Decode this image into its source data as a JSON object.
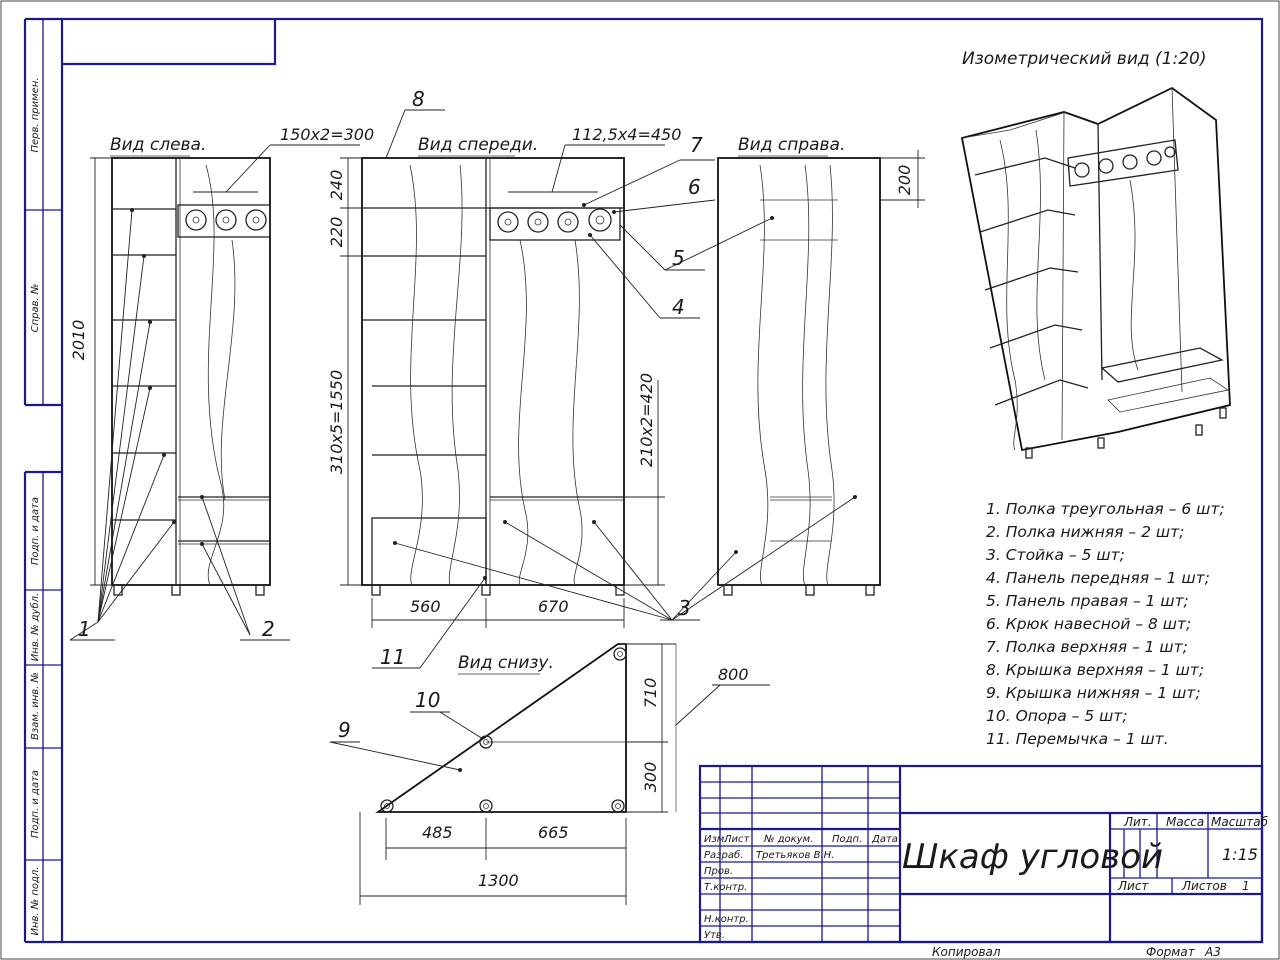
{
  "drawing": {
    "views": {
      "left": "Вид слева.",
      "front": "Вид спереди.",
      "right": "Вид справа.",
      "bottom": "Вид снизу.",
      "iso": "Изометрический вид (1:20)"
    },
    "dimensions": {
      "left_top": "150x2=300",
      "left_height": "2010",
      "front_top": "112,5x4=450",
      "front_240": "240",
      "front_220": "220",
      "front_shelves": "310x5=1550",
      "front_lower": "210x2=420",
      "right_200": "200",
      "width_560": "560",
      "width_670": "670",
      "bottom_710": "710",
      "bottom_300": "300",
      "bottom_800": "800",
      "bottom_485": "485",
      "bottom_665": "665",
      "bottom_1300": "1300"
    },
    "callouts": [
      "1",
      "2",
      "3",
      "4",
      "5",
      "6",
      "7",
      "8",
      "9",
      "10",
      "11"
    ]
  },
  "parts_list": [
    "1. Полка треугольная – 6 шт;",
    "2. Полка нижняя – 2 шт;",
    "3. Стойка – 5 шт;",
    "4. Панель передняя – 1 шт;",
    "5. Панель правая – 1 шт;",
    "6. Крюк навесной – 8 шт;",
    "7. Полка верхняя – 1 шт;",
    "8. Крышка верхняя – 1 шт;",
    "9. Крышка нижняя – 1 шт;",
    "10. Опора – 5 шт;",
    "11. Перемычка – 1 шт."
  ],
  "side_stamp": [
    "Перв. примен.",
    "Справ. №",
    "Подп. и дата",
    "Инв. № дубл.",
    "Взам. инв. №",
    "Подп. и дата",
    "Инв. № подл."
  ],
  "title_block": {
    "title": "Шкаф угловой",
    "col_izm": "Изм.",
    "col_list": "Лист",
    "col_ndok": "№ докум.",
    "col_podp": "Подп.",
    "col_data": "Дата",
    "razrab": "Разраб.",
    "razrab_name": "Третьяков В.Н.",
    "prov": "Пров.",
    "tkontr": "Т.контр.",
    "nkontr": "Н.контр.",
    "utv": "Утв.",
    "lit": "Лит.",
    "massa": "Масса",
    "masshtab": "Масштаб",
    "scale": "1:15",
    "sheet_label": "Лист",
    "sheets_label": "Листов",
    "sheets_value": "1",
    "kopiroval": "Копировал",
    "format_label": "Формат",
    "format_value": "A3"
  }
}
